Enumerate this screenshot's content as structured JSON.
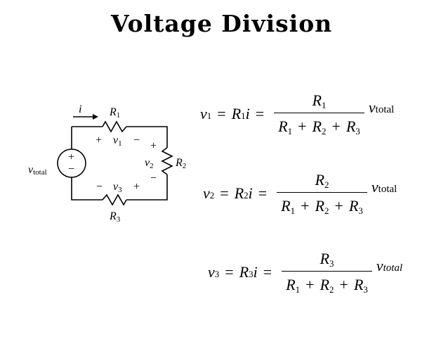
{
  "title": "Voltage Division",
  "circuit": {
    "current_label": "i",
    "source_label": "v",
    "source_sub": "total",
    "source_plus": "+",
    "source_minus": "−",
    "r1": {
      "name": "R",
      "sub": "1"
    },
    "r2": {
      "name": "R",
      "sub": "2"
    },
    "r3": {
      "name": "R",
      "sub": "3"
    },
    "v1": {
      "name": "v",
      "sub": "1",
      "plus": "+",
      "minus": "−"
    },
    "v2": {
      "name": "v",
      "sub": "2",
      "plus": "+",
      "minus": "−"
    },
    "v3": {
      "name": "v",
      "sub": "3",
      "plus": "+",
      "minus": "−"
    }
  },
  "equations": [
    {
      "v": "v",
      "v_sub": "1",
      "eq1": "=",
      "r": "R",
      "r_sub": "1",
      "i": "i",
      "eq2": "=",
      "num": "R",
      "num_sub": "1",
      "den": [
        {
          "s": "R",
          "sub": "1"
        },
        {
          "op": "+"
        },
        {
          "s": "R",
          "sub": "2"
        },
        {
          "op": "+"
        },
        {
          "s": "R",
          "sub": "3"
        }
      ],
      "tail": "v",
      "tail_sub": "total"
    },
    {
      "v": "v",
      "v_sub": "2",
      "eq1": "=",
      "r": "R",
      "r_sub": "2",
      "i": "i",
      "eq2": "=",
      "num": "R",
      "num_sub": "2",
      "den": [
        {
          "s": "R",
          "sub": "1"
        },
        {
          "op": "+"
        },
        {
          "s": "R",
          "sub": "2"
        },
        {
          "op": "+"
        },
        {
          "s": "R",
          "sub": "3"
        }
      ],
      "tail": "v",
      "tail_sub": "total"
    },
    {
      "v": "v",
      "v_sub": "3",
      "eq1": "=",
      "r": "R",
      "r_sub": "3",
      "i": "i",
      "eq2": "=",
      "num": "R",
      "num_sub": "3",
      "den": [
        {
          "s": "R",
          "sub": "1"
        },
        {
          "op": "+"
        },
        {
          "s": "R",
          "sub": "2"
        },
        {
          "op": "+"
        },
        {
          "s": "R",
          "sub": "3"
        }
      ],
      "tail": "v",
      "tail_sub": "total"
    }
  ]
}
